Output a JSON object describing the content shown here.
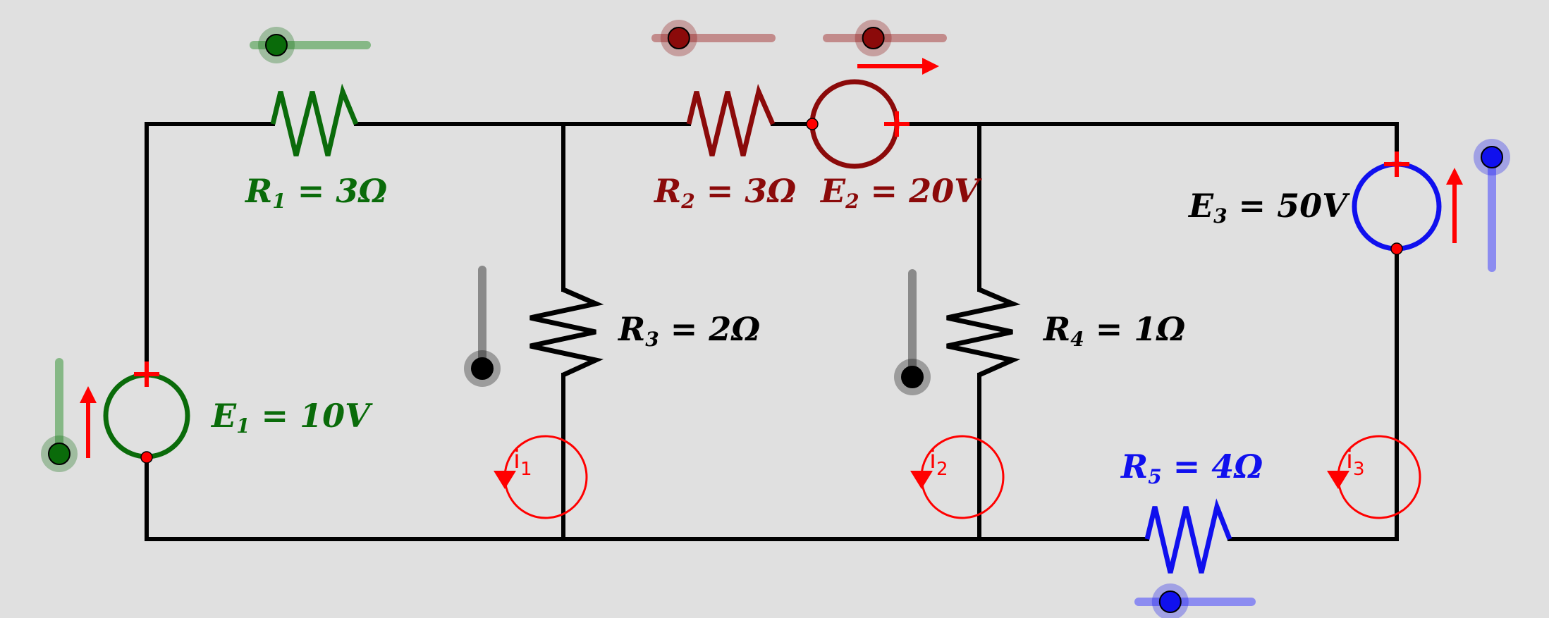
{
  "colors": {
    "background": "#e0e0e0",
    "wire": "#000000",
    "green": "#0a6b0a",
    "darkred": "#8b0a0a",
    "blue": "#1010ee",
    "arrow": "#ff0000",
    "gray": "#808080"
  },
  "labels": {
    "r1": {
      "sym": "R",
      "sub": "1",
      "rest": " = 3Ω"
    },
    "r2": {
      "sym": "R",
      "sub": "2",
      "rest": " = 3Ω"
    },
    "r3": {
      "sym": "R",
      "sub": "3",
      "rest": " = 2Ω"
    },
    "r4": {
      "sym": "R",
      "sub": "4",
      "rest": " = 1Ω"
    },
    "r5": {
      "sym": "R",
      "sub": "5",
      "rest": " = 4Ω"
    },
    "e1": {
      "sym": "E",
      "sub": "1",
      "rest": " = 10V"
    },
    "e2": {
      "sym": "E",
      "sub": "2",
      "rest": " = 20V"
    },
    "e3": {
      "sym": "E",
      "sub": "3",
      "rest": " = 50V"
    }
  },
  "loops": {
    "i1": {
      "base": "i",
      "sub": "1"
    },
    "i2": {
      "base": "i",
      "sub": "2"
    },
    "i3": {
      "base": "i",
      "sub": "3"
    }
  },
  "sliders": {
    "r1": 0.2,
    "r2": 0.2,
    "e2": 0.4,
    "e3": 1.0,
    "r5": 0.28,
    "e1": 0.0,
    "toggle_loop1": 0.0,
    "toggle_loop2": 0.0
  }
}
